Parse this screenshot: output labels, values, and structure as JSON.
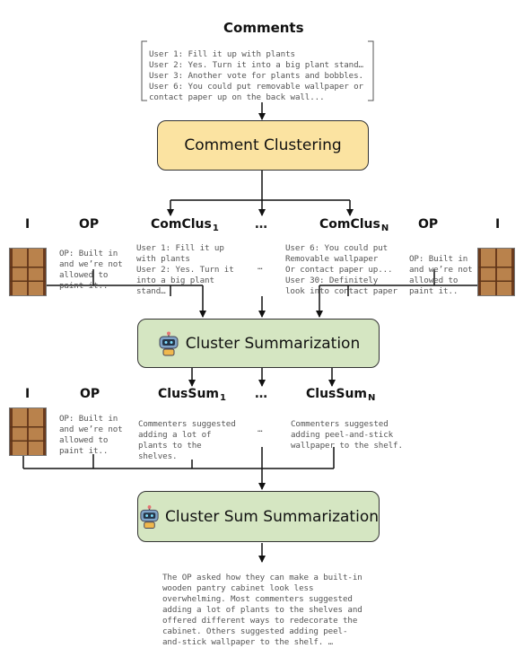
{
  "header": {
    "comments_title": "Comments"
  },
  "comments_box": {
    "lines": [
      "User 1: Fill it up with plants",
      "User 2: Yes. Turn it into a big plant stand…",
      "User 3: Another vote for plants and bobbles.",
      "User 6: You could put removable wallpaper or",
      "contact paper up on the back wall..."
    ]
  },
  "stage1": {
    "label": "Comment Clustering"
  },
  "row1": {
    "image_label": "I",
    "op_label": "OP",
    "comclus_main": "ComClus",
    "comclus1_sub": "1",
    "comclusN_sub": "N",
    "ellipsis": "…",
    "op_text": "OP: Built in\nand we’re not\nallowed to\npaint it..",
    "comclus1_text": "User 1: Fill it up\nwith plants\nUser 2: Yes. Turn it\ninto a big plant\nstand…",
    "comclus_mid_text": "…",
    "comclusN_text": "User 6: You could put\nRemovable wallpaper\nOr contact paper up...\nUser 30: Definitely\nlook into contact paper"
  },
  "stage2": {
    "label": "Cluster Summarization",
    "icon": "robot-icon"
  },
  "row2": {
    "image_label": "I",
    "op_label": "OP",
    "clussum_main": "ClusSum",
    "clussum1_sub": "1",
    "clussumN_sub": "N",
    "ellipsis": "…",
    "op_text": "OP: Built in\nand we’re not\nallowed to\npaint it..",
    "clussum1_text": "Commenters suggested\nadding a lot of\nplants to the\nshelves.",
    "clussum_mid_text": "…",
    "clussumN_text": "Commenters suggested\nadding peel-and-stick\nwallpaper to the shelf."
  },
  "stage3": {
    "label": "Cluster Sum Summarization",
    "icon": "robot-icon"
  },
  "final_summary": {
    "text": "The OP asked how they can make a built-in\nwooden pantry cabinet look less\noverwhelming. Most commenters suggested\nadding a lot of plants to the shelves and\noffered different ways to redecorate the\ncabinet. Others suggested adding peel-\nand-stick wallpaper to the shelf. …"
  },
  "colors": {
    "stage1_fill": "#fbe3a1",
    "stage2_fill": "#d5e6c2",
    "stage3_fill": "#d5e6c2",
    "wood": "#b9824c"
  }
}
